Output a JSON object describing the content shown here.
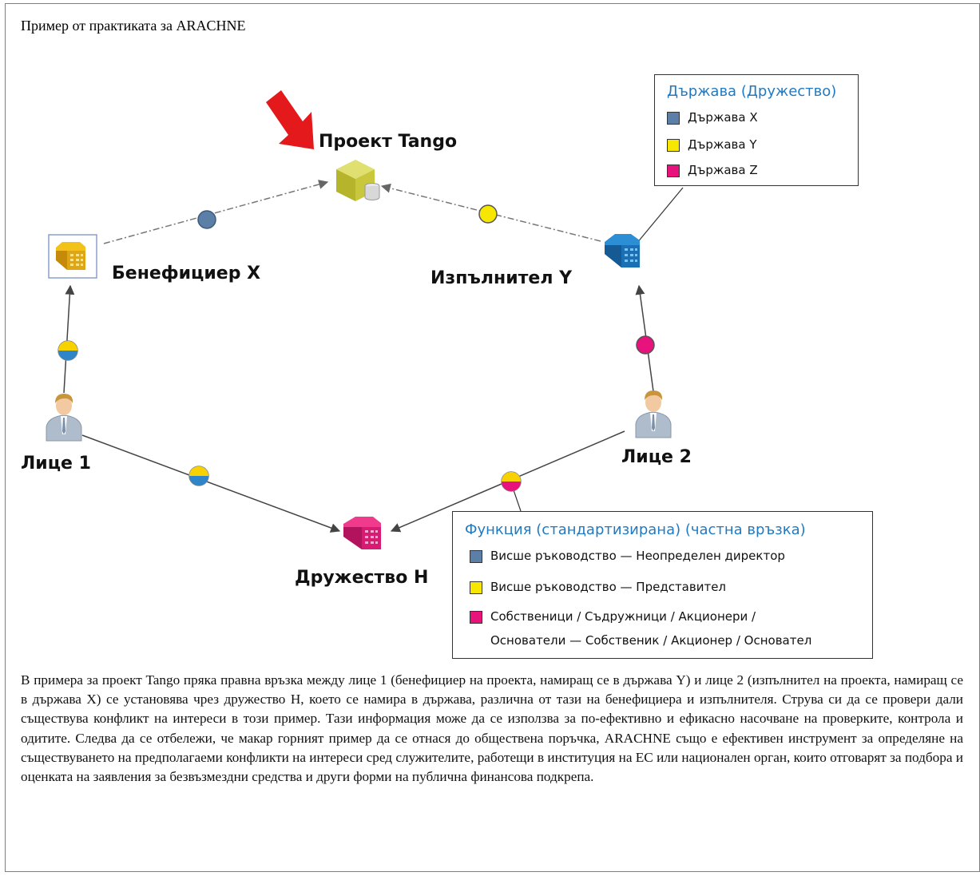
{
  "title": "Пример от практиката за ARACHNE",
  "nodes": {
    "project": "Проект Tango",
    "beneficiary": "Бенефициер X",
    "contractor": "Изпълнител Y",
    "person1": "Лице 1",
    "person2": "Лице 2",
    "company": "Дружество Н"
  },
  "legend_country": {
    "title": "Държава (Дружество)",
    "items": [
      {
        "label": "Държава X",
        "color": "#5b7fa6"
      },
      {
        "label": "Държава Y",
        "color": "#f7e600"
      },
      {
        "label": "Държава Z",
        "color": "#e8127c"
      }
    ]
  },
  "legend_function": {
    "title": "Функция (стандартизирана) (частна връзка)",
    "items": [
      {
        "label": "Висше ръководство — Неопределен директор",
        "color": "#5b7fa6"
      },
      {
        "label": "Висше ръководство — Представител",
        "color": "#f7e600"
      },
      {
        "label_line1": "Собственици / Съдружници / Акционери /",
        "label_line2": "Основатели — Собственик / Акционер / Основател",
        "color": "#e8127c"
      }
    ]
  },
  "colors": {
    "country_x": "#5b7fa6",
    "country_y": "#f7e600",
    "country_z": "#e8127c",
    "legend_title": "#1f7ac3",
    "arrow_pointer": "#e3191b"
  },
  "description": "В примера за проект Tango пряка правна връзка между лице 1 (бенефициер на проекта, намиращ се в държава Y) и лице 2 (изпълнител на проекта, намиращ се в държава X) се установява чрез дружество Н, което се намира в държава, различна от тази на бенефициера и изпълнителя. Струва си да се провери дали съществува конфликт на интереси в този пример. Тази информация може да се използва за по-ефективно и ефикасно насочване на проверките, контрола и одитите. Следва да се отбележи, че макар горният пример да се отнася до обществена поръчка, ARACHNE също е ефективен инструмент за определяне на съществуването на предполагаеми конфликти на интереси сред служителите, работещи в институция на ЕС или национален орган, които отговарят за подбора и оценката на заявления за безвъзмездни средства и други форми на публична финансова подкрепа."
}
